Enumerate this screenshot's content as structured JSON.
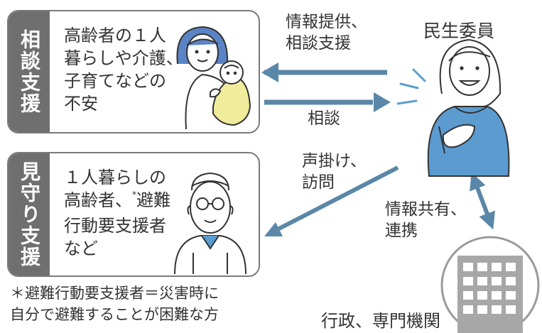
{
  "top_box": {
    "tab": "相談支援",
    "text": "高齢者の１人\n暮らしや介護、\n子育てなどの\n不安"
  },
  "bottom_box": {
    "tab": "見守り支援",
    "text_pre": "１人暮らしの\n高齢者、",
    "asterisk": "*",
    "text_mid": "避難\n行動要支援者\nなど"
  },
  "arrows": {
    "to_client": "情報提供、\n相談支援",
    "to_volunteer": "相談",
    "visit": "声掛け、\n訪問",
    "share": "情報共有、\n連携"
  },
  "volunteer_label": "民生委員",
  "agency_label": "行政、専門機関",
  "footnote": "＊避難行動要支援者＝災害時に\n自分で避難することが困難な方",
  "colors": {
    "arrow": "#5a87a8",
    "tab": "#6f6f6f",
    "shirt": "#5b9bd0",
    "baby": "#f1ec9b"
  }
}
